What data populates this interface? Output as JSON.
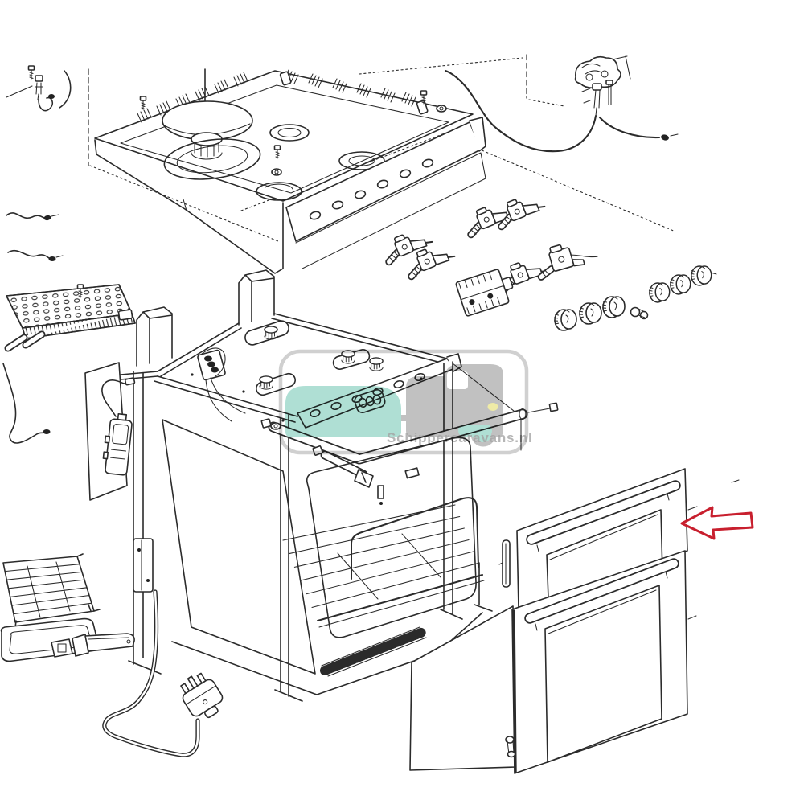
{
  "palette": {
    "line": "#2b2b2b",
    "paper": "#ffffff",
    "arrow_red": "#c81f2e"
  },
  "watermark": {
    "text": "Schippercaravans.nl",
    "text_color": "#8f8f8f",
    "border_color": "#c6c6c6",
    "van_gray": "#b4b4b4",
    "teal": "#9ed8cb",
    "yellow": "#ece793"
  },
  "annotation": {
    "pointer": "left-arrow",
    "points_at": "grill-door-panel"
  },
  "parts": [
    "hob-top-assembly",
    "burner-cap",
    "burner-rings",
    "flame-spreader-strips",
    "ignition-electrode-top-left",
    "ignition-leads",
    "grill-burner-plate",
    "piezo-igniter-switch",
    "ignition-electrode-right",
    "ignition-cable",
    "gas-taps",
    "thermostat-valve",
    "selector-switch-block",
    "control-knobs",
    "oven-chassis",
    "burner-support-loops",
    "ignition-manifold",
    "control-rail",
    "oven-cavity-frame",
    "oven-shelf",
    "vent-grille",
    "grill-burner-tube",
    "inner-back-panel",
    "grill-door-panel",
    "oven-door-panel",
    "door-handles",
    "hinge-strip",
    "power-cord",
    "mains-plug",
    "grill-rack",
    "grill-pan",
    "pan-handle"
  ]
}
